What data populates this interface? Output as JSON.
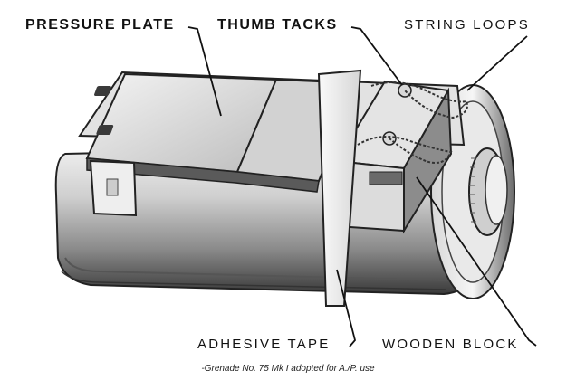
{
  "labels": {
    "pressure_plate": "PRESSURE PLATE",
    "thumb_tacks": "THUMB TACKS",
    "string_loops": "STRING LOOPS",
    "adhesive_tape": "ADHESIVE TAPE",
    "wooden_block": "WOODEN BLOCK"
  },
  "caption": "-Grenade No. 75 Mk I adopted for A./P. use",
  "colors": {
    "ink": "#111111",
    "metal_light": "#e6e6e6",
    "metal_mid": "#9a9a9a",
    "metal_dark": "#4a4a4a",
    "paper": "#ffffff"
  }
}
